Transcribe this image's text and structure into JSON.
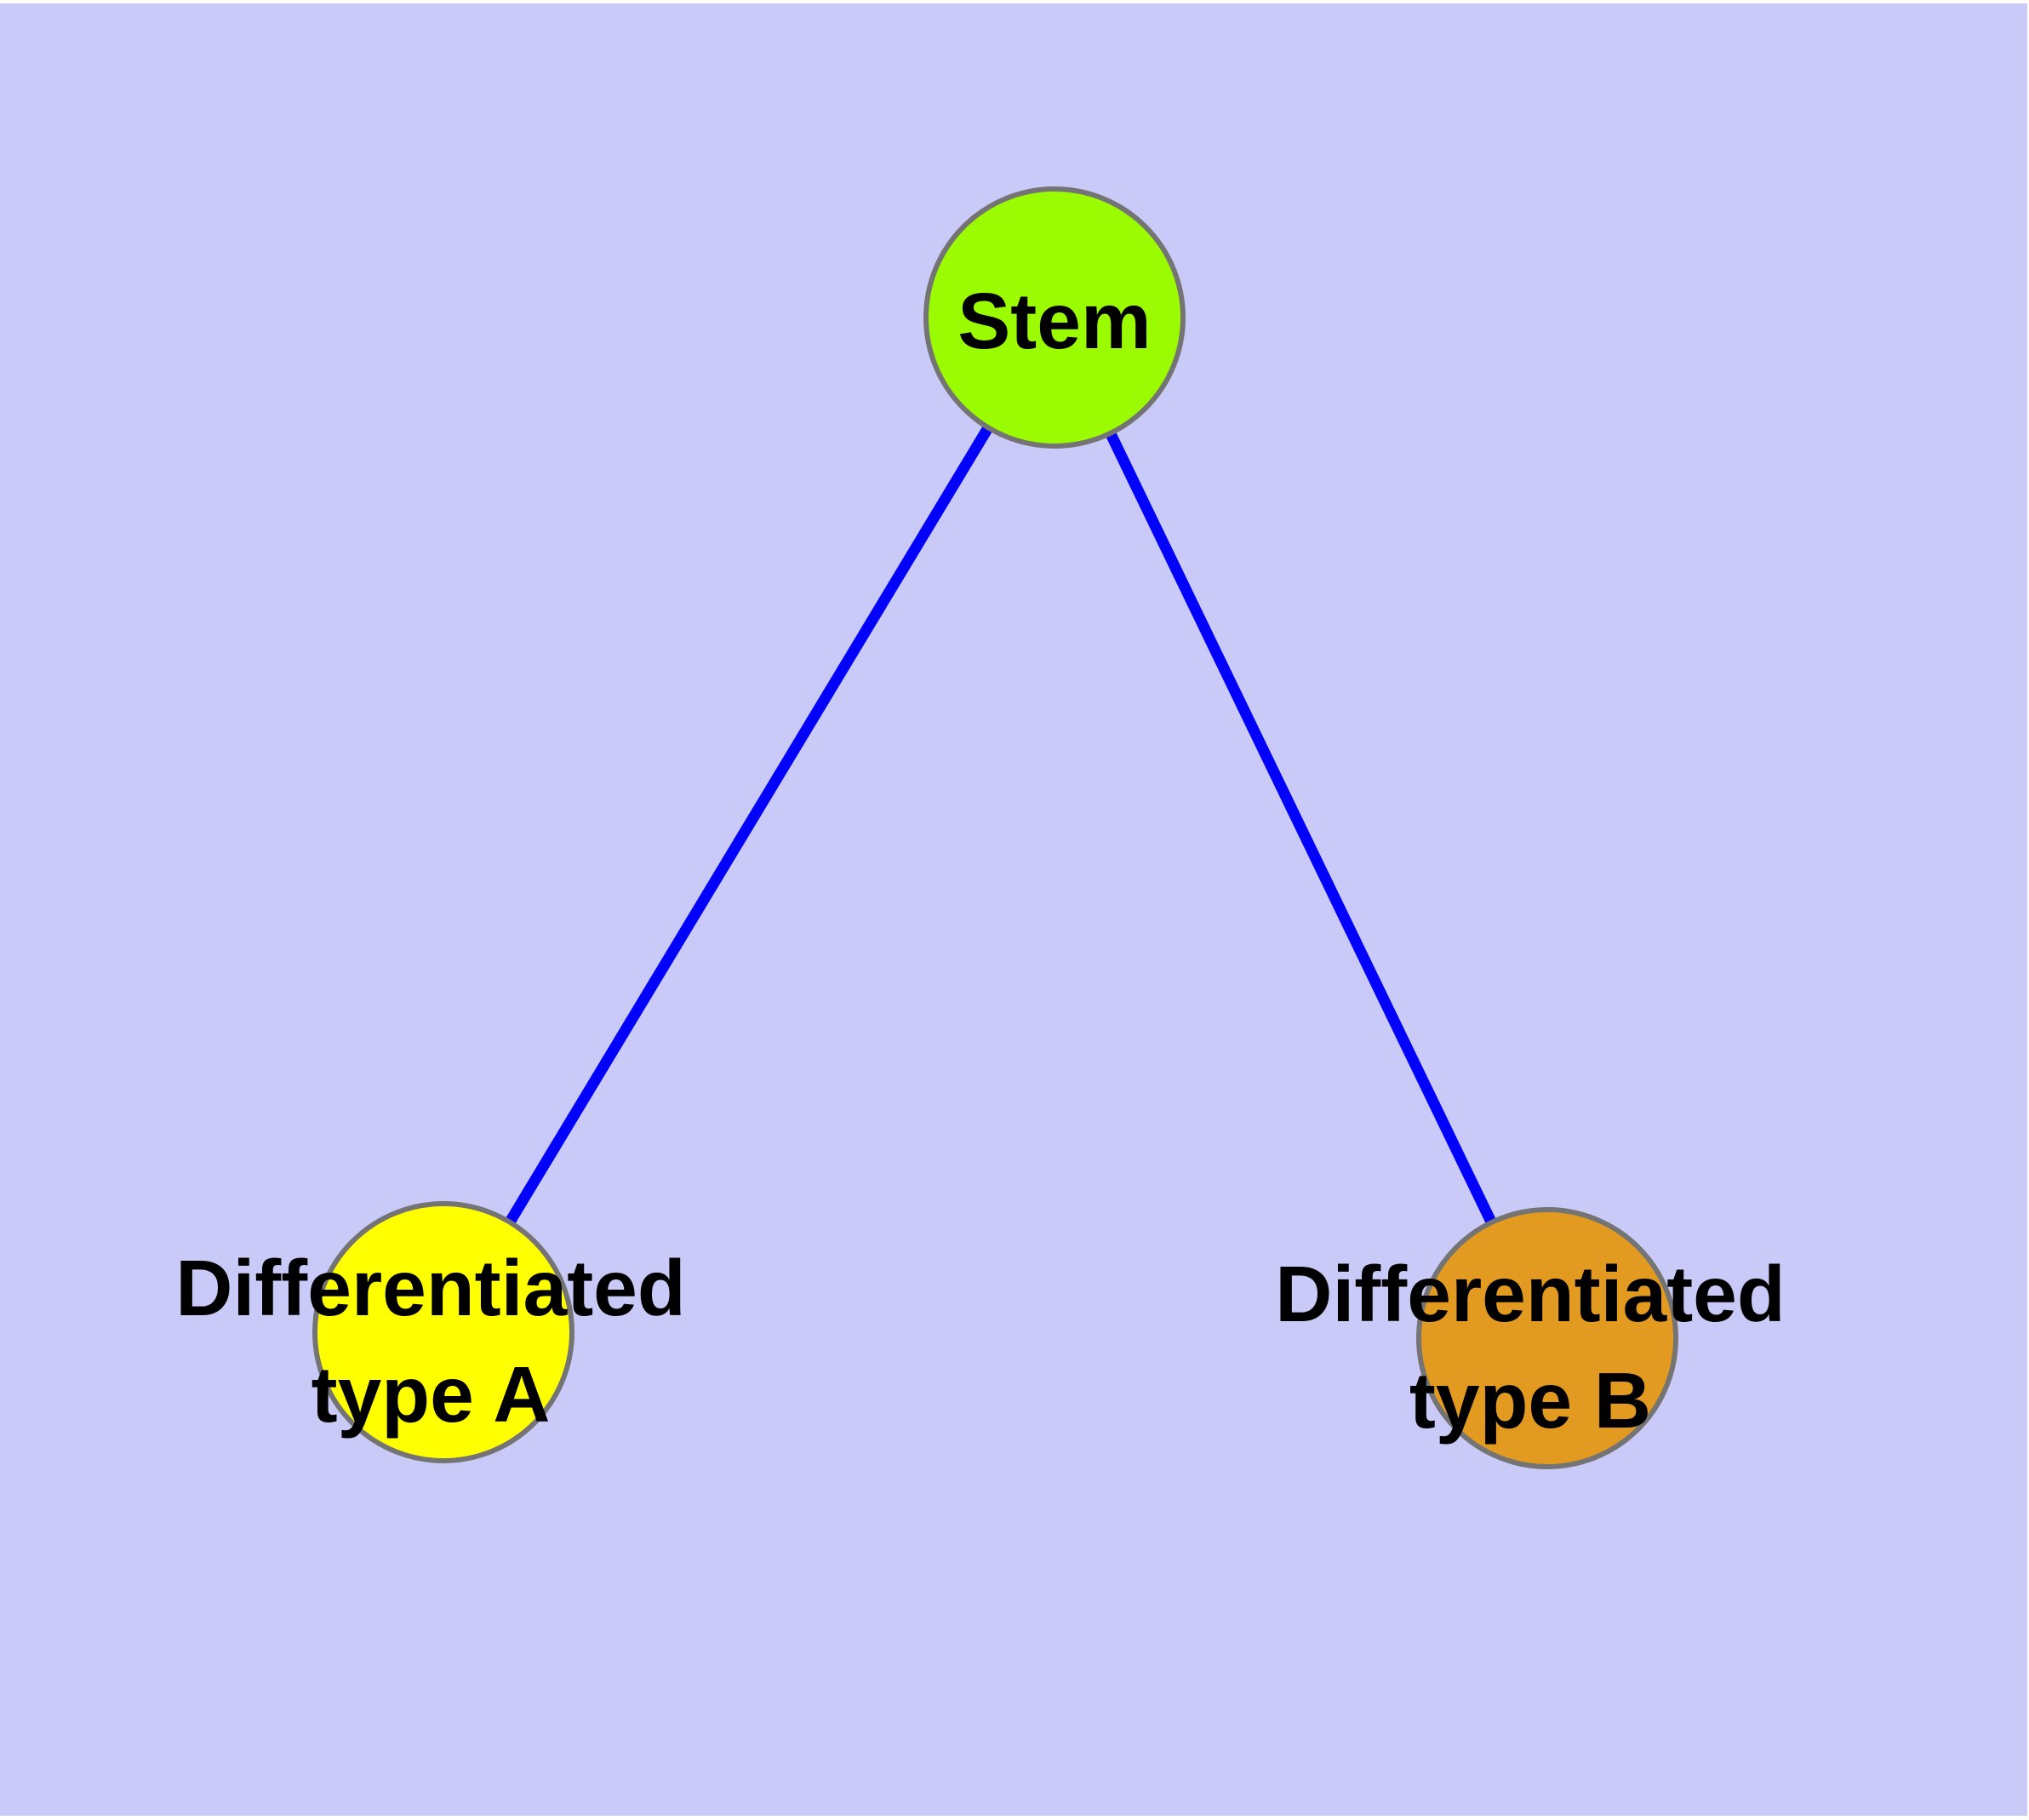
{
  "diagram": {
    "background": "#cacaf8",
    "page_background": "#ffffff",
    "node_border_color": "#747474",
    "edge_color": "#0202fb",
    "label_color": "#000000",
    "nodes": {
      "stem": {
        "label": "Stem",
        "fill": "#9bfb00"
      },
      "type_a": {
        "label": "Differentiated type A",
        "line1": "Differentiated",
        "line2": "type A",
        "fill": "#ffff00"
      },
      "type_b": {
        "label": "Differentiated type B",
        "line1": "Differentiated",
        "line2": "type B",
        "fill": "#e29b20"
      }
    },
    "edges": [
      {
        "from": "stem",
        "to": "type_a"
      },
      {
        "from": "stem",
        "to": "type_b"
      }
    ]
  }
}
